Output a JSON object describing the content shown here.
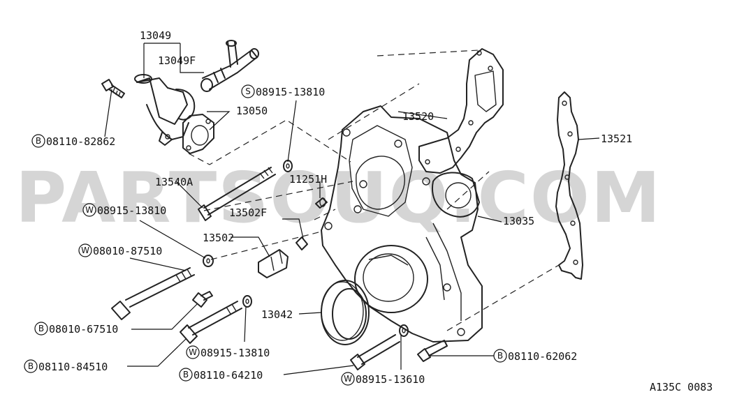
{
  "diagram_code": "A135C 0083",
  "watermark": "PARTSOUQ.COM",
  "callouts": {
    "p13049": "13049",
    "p13049F": "13049F",
    "p13050": "13050",
    "p13520": "13520",
    "p13521": "13521",
    "p13540A": "13540A",
    "p11251H": "11251H",
    "p13502F": "13502F",
    "p13502": "13502",
    "p13035": "13035",
    "p13042": "13042",
    "s08915_13810": {
      "prefix": "S",
      "code": "08915-13810"
    },
    "b08110_82862": {
      "prefix": "B",
      "code": "08110-82862"
    },
    "w08915_13810_a": {
      "prefix": "W",
      "code": "08915-13810"
    },
    "w08010_87510": {
      "prefix": "W",
      "code": "08010-87510"
    },
    "b08010_67510": {
      "prefix": "B",
      "code": "08010-67510"
    },
    "w08915_13810_b": {
      "prefix": "W",
      "code": "08915-13810"
    },
    "b08110_84510": {
      "prefix": "B",
      "code": "08110-84510"
    },
    "b08110_64210": {
      "prefix": "B",
      "code": "08110-64210"
    },
    "w08915_13610": {
      "prefix": "W",
      "code": "08915-13610"
    },
    "b08110_62062": {
      "prefix": "B",
      "code": "08110-62062"
    }
  }
}
